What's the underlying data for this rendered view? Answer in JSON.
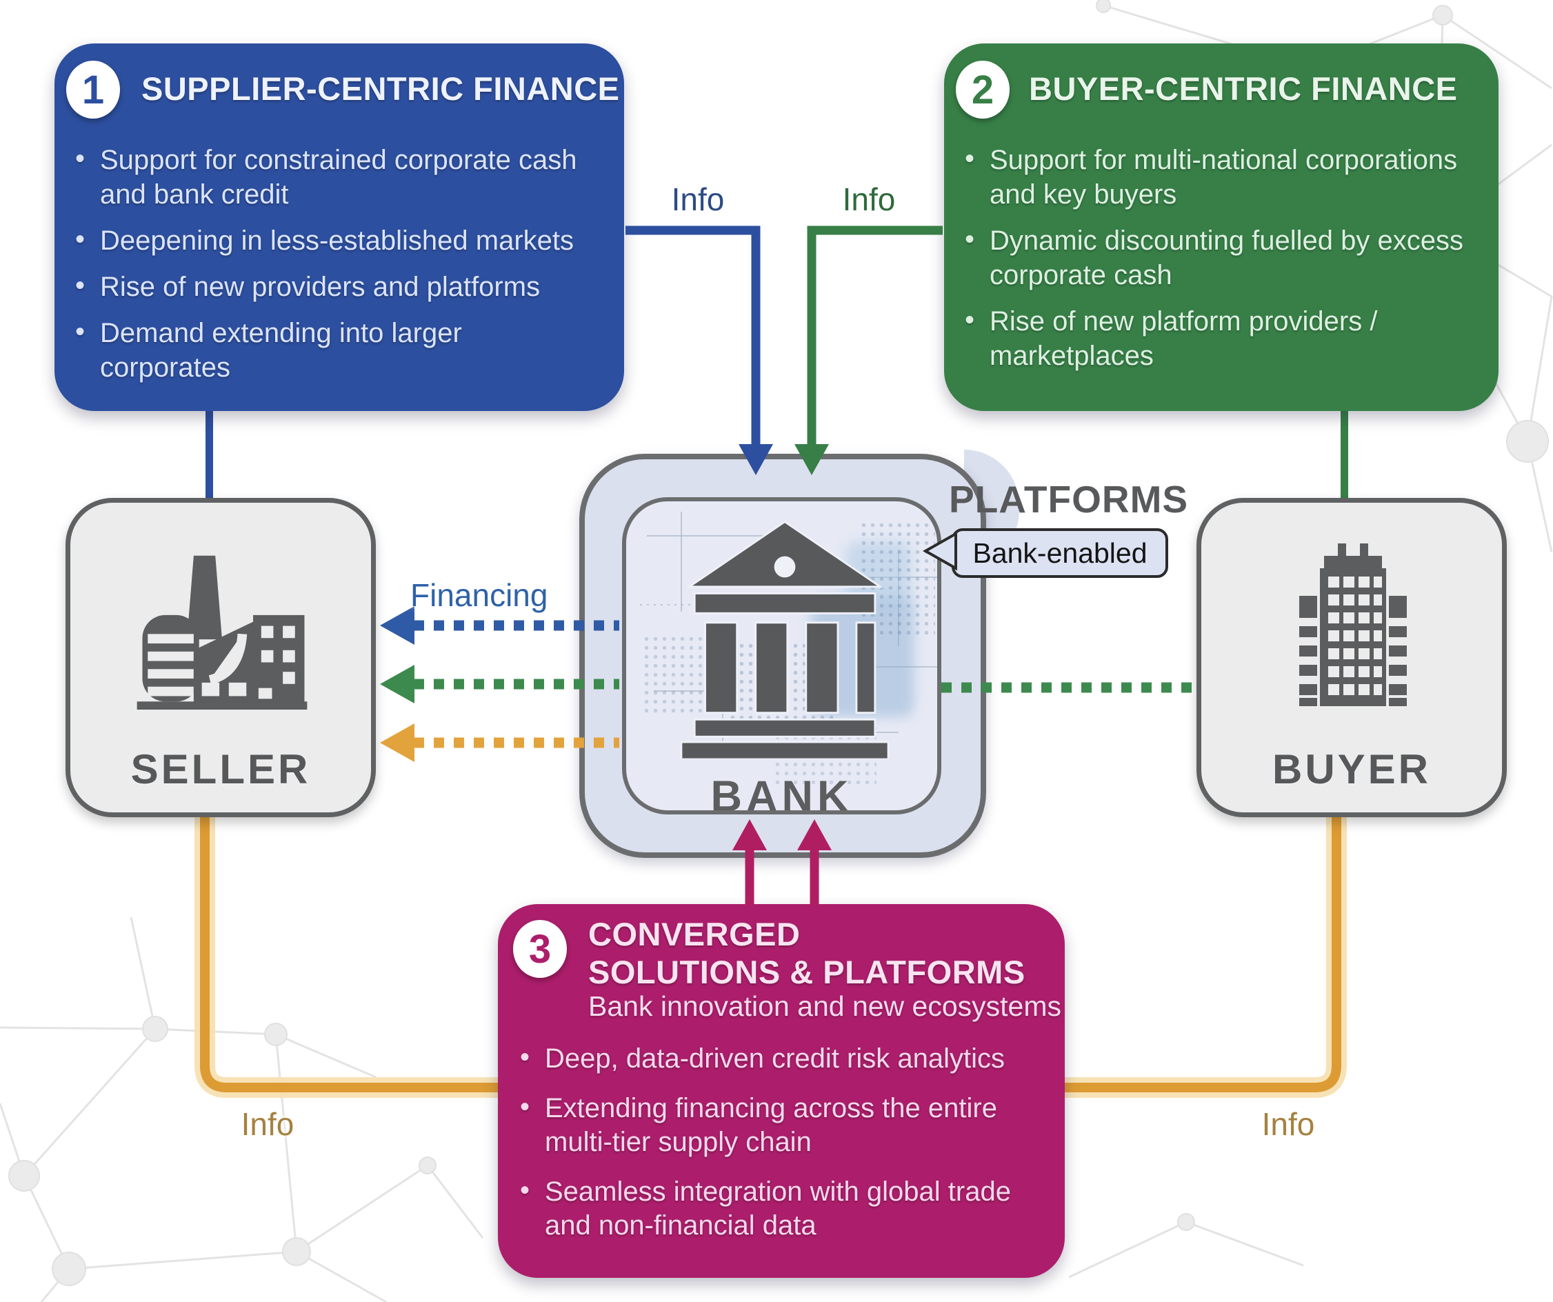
{
  "supplier_box": {
    "number": "1",
    "title": "SUPPLIER-CENTRIC FINANCE",
    "bullets": [
      "Support for constrained corporate cash and bank credit",
      "Deepening in less-established markets",
      "Rise of new providers and platforms",
      "Demand extending into larger corporates"
    ]
  },
  "buyer_box": {
    "number": "2",
    "title": "BUYER-CENTRIC FINANCE",
    "bullets": [
      "Support for multi-national corporations and key buyers",
      "Dynamic discounting fuelled by excess corporate cash",
      "Rise of new platform providers / marketplaces"
    ]
  },
  "converged_box": {
    "number": "3",
    "title_line1": "CONVERGED",
    "title_line2": "SOLUTIONS & PLATFORMS",
    "subtitle": "Bank innovation and new ecosystems",
    "bullets": [
      "Deep, data-driven credit risk analytics",
      "Extending financing across the entire multi-tier supply chain",
      "Seamless integration with global trade and non-financial data"
    ]
  },
  "entities": {
    "seller": "SELLER",
    "bank": "BANK",
    "buyer": "BUYER",
    "platforms": "PLATFORMS",
    "bank_enabled": "Bank-enabled"
  },
  "labels": {
    "info_supplier": "Info",
    "info_buyer": "Info",
    "financing": "Financing",
    "info_seller_bottom": "Info",
    "info_buyer_bottom": "Info",
    "bullet_glyph": "•"
  },
  "colors": {
    "supplier_blue": "#2d4f9f",
    "buyer_green": "#377f47",
    "converged_magenta": "#ac1e6b",
    "magenta_arrow": "#b01e62",
    "orange": "#dd9b33",
    "bank_lavender": "#dbe0ee",
    "box_gray": "#ececec",
    "border_gray": "#5f6163",
    "dark_text": "#56585a",
    "financing_blue": "#2f62a8",
    "info_blue": "#2c4b84",
    "info_green": "#2f6a3b",
    "info_orange": "#a5813f",
    "dotted_blue": "#2f5aa6",
    "dotted_green": "#3d8a4e",
    "dotted_orange": "#e3a33c"
  }
}
